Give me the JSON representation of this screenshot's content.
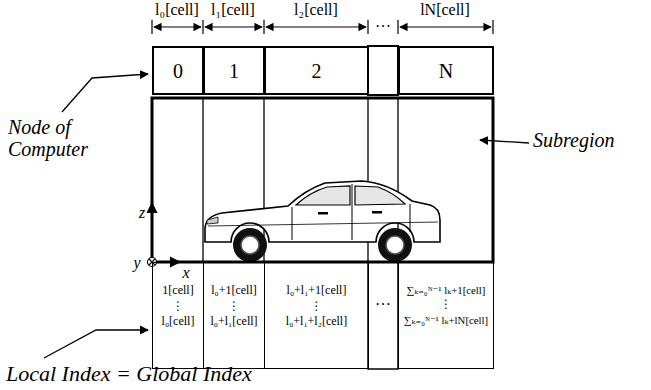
{
  "diagram": {
    "nodes": [
      {
        "text": [
          "0"
        ]
      },
      {
        "text": [
          "1"
        ]
      },
      {
        "text": [
          "2"
        ]
      },
      {
        "text": [
          "N"
        ]
      },
      {
        "text": [
          "1[cell]",
          "⋮",
          "l₀[cell]"
        ]
      },
      {
        "text": [
          "l₀+1[cell]",
          "⋮",
          "l₀+l₁[cell]"
        ]
      },
      {
        "text": [
          "l₀+l₁+1[cell]",
          "⋮",
          "l₀+l₁+l₂[cell]"
        ]
      },
      {
        "text": [
          "∑ₖ₌₀ᴺ⁻¹ lₖ+1[cell]",
          "⋮",
          "∑ₖ₌₀ᴺ⁻¹ lₖ+lN[cell]"
        ]
      }
    ],
    "labels": [
      "l₀[cell]",
      "l₁[cell]",
      "l₂[cell]",
      "…",
      "lN[cell]",
      "Node of Computer",
      "Subregion",
      "z",
      "x",
      "y",
      "…",
      "Local Index = Global Index"
    ]
  }
}
